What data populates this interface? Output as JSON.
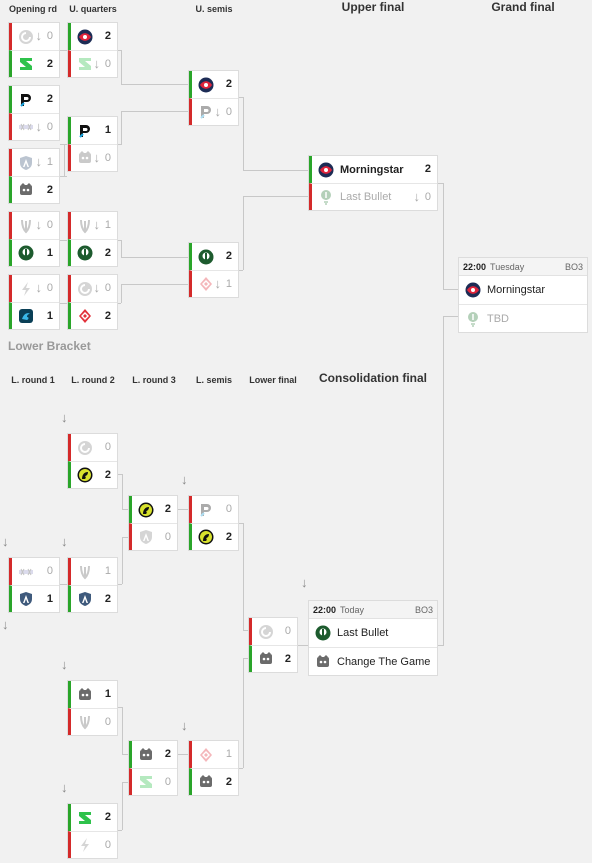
{
  "headers": {
    "opening_rd": "Opening rd",
    "u_quarters": "U. quarters",
    "u_semis": "U. semis",
    "upper_final": "Upper final",
    "grand_final": "Grand final",
    "lower_bracket": "Lower Bracket",
    "l_round_1": "L. round 1",
    "l_round_2": "L. round 2",
    "l_round_3": "L. round 3",
    "l_semis": "L. semis",
    "lower_final": "Lower final",
    "consolidation_final": "Consolidation final"
  },
  "upper": {
    "opening": [
      {
        "a": {
          "score": "0"
        },
        "b": {
          "score": "2"
        }
      },
      {
        "a": {
          "score": "2"
        },
        "b": {
          "score": "0"
        }
      },
      {
        "a": {
          "score": "1"
        },
        "b": {
          "score": "2"
        }
      },
      {
        "a": {
          "score": "0"
        },
        "b": {
          "score": "1"
        }
      },
      {
        "a": {
          "score": "0"
        },
        "b": {
          "score": "1"
        }
      }
    ],
    "quarters": [
      {
        "a": {
          "score": "2"
        },
        "b": {
          "score": "0"
        }
      },
      {
        "a": {
          "score": "1"
        },
        "b": {
          "score": "0"
        }
      },
      {
        "a": {
          "score": "1"
        },
        "b": {
          "score": "2"
        }
      },
      {
        "a": {
          "score": "0"
        },
        "b": {
          "score": "2"
        }
      }
    ],
    "semis": [
      {
        "a": {
          "score": "2"
        },
        "b": {
          "score": "0"
        }
      },
      {
        "a": {
          "score": "2"
        },
        "b": {
          "score": "1"
        }
      }
    ],
    "final": {
      "a": {
        "name": "Morningstar",
        "score": "2"
      },
      "b": {
        "name": "Last Bullet",
        "score": "0"
      }
    }
  },
  "grand_final": {
    "time": "22:00",
    "day": "Tuesday",
    "bo": "BO3",
    "a": {
      "name": "Morningstar"
    },
    "b": {
      "name": "TBD"
    }
  },
  "lower": {
    "round1": [
      {
        "a": {
          "score": "0"
        },
        "b": {
          "score": "1"
        }
      }
    ],
    "round2": [
      {
        "a": {
          "score": "0"
        },
        "b": {
          "score": "2"
        }
      },
      {
        "a": {
          "score": "1"
        },
        "b": {
          "score": "2"
        }
      },
      {
        "a": {
          "score": "1"
        },
        "b": {
          "score": "0"
        }
      },
      {
        "a": {
          "score": "2"
        },
        "b": {
          "score": "0"
        }
      }
    ],
    "round3": [
      {
        "a": {
          "score": "2"
        },
        "b": {
          "score": "0"
        }
      },
      {
        "a": {
          "score": "2"
        },
        "b": {
          "score": "0"
        }
      }
    ],
    "semis": [
      {
        "a": {
          "score": "0"
        },
        "b": {
          "score": "2"
        }
      },
      {
        "a": {
          "score": "1"
        },
        "b": {
          "score": "2"
        }
      }
    ],
    "final": {
      "a": {
        "score": "0"
      },
      "b": {
        "score": "2"
      }
    }
  },
  "consolidation_final": {
    "time": "22:00",
    "day": "Today",
    "bo": "BO3",
    "a": {
      "name": "Last Bullet"
    },
    "b": {
      "name": "Change The Game"
    }
  },
  "colors": {
    "win": "#2aa52a",
    "lose": "#d42a2a",
    "background": "#f1f1f1"
  }
}
